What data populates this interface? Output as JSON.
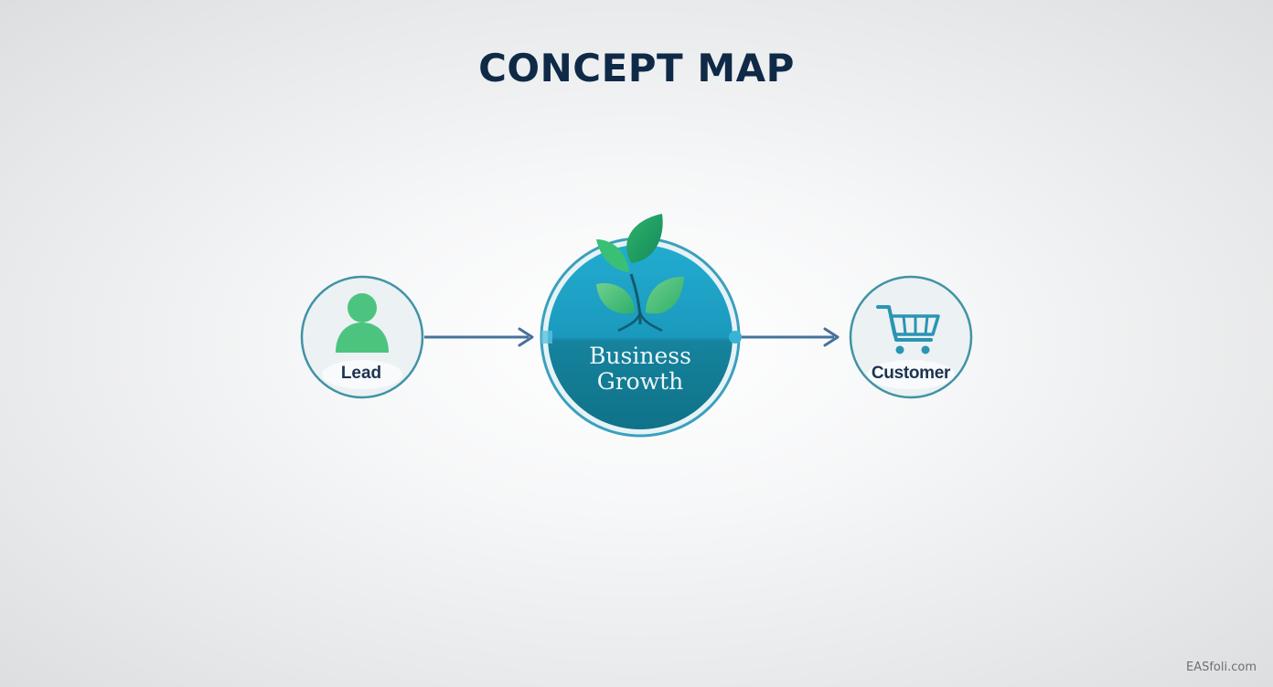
{
  "title": "CONCEPT MAP",
  "nodes": {
    "lead": {
      "label": "Lead",
      "icon": "person-icon"
    },
    "center": {
      "line1": "Business",
      "line2": "Growth",
      "icon": "sprout-icon"
    },
    "customer": {
      "label": "Customer",
      "icon": "shopping-cart-icon"
    }
  },
  "watermark": "EASfoli.com",
  "colors": {
    "title": "#0f2a47",
    "ring": "#3f93a6",
    "arrow": "#46729a",
    "green": "#4cc47f",
    "teal": "#1ea3c8",
    "teal_dark": "#127f96",
    "cart": "#2a95b3"
  }
}
